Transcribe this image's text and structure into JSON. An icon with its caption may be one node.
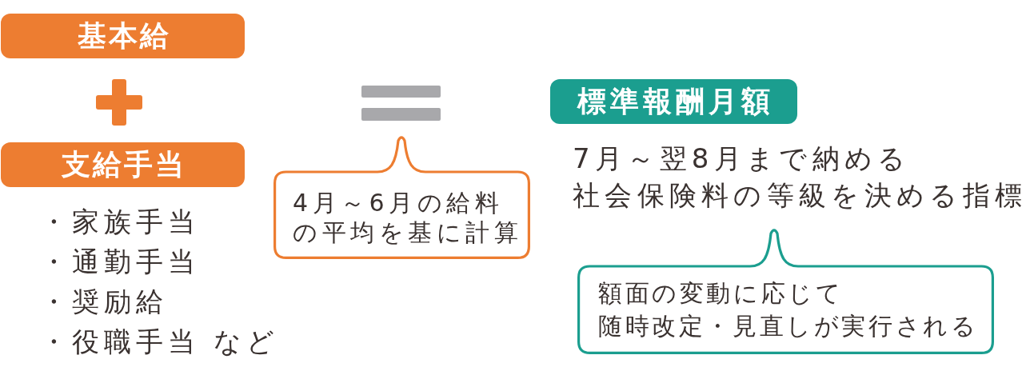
{
  "diagram": {
    "nodes": [
      {
        "text": [
          "基本給"
        ]
      },
      {
        "text": [
          "支給手当"
        ],
        "beside": [
          "・家族手当",
          "・通勤手当",
          "・奨励給",
          "・役職手当 など"
        ]
      },
      {
        "text": [
          "4月～6月の給料の平均を基に計算"
        ]
      },
      {
        "text": [
          "標準報酬月額"
        ],
        "beside": [
          "7月～翌8月まで納める社会保険料の等級を決める指標"
        ]
      },
      {
        "text": [
          "額面の変動に応じて随時改定・見直しが実行される"
        ]
      }
    ]
  }
}
